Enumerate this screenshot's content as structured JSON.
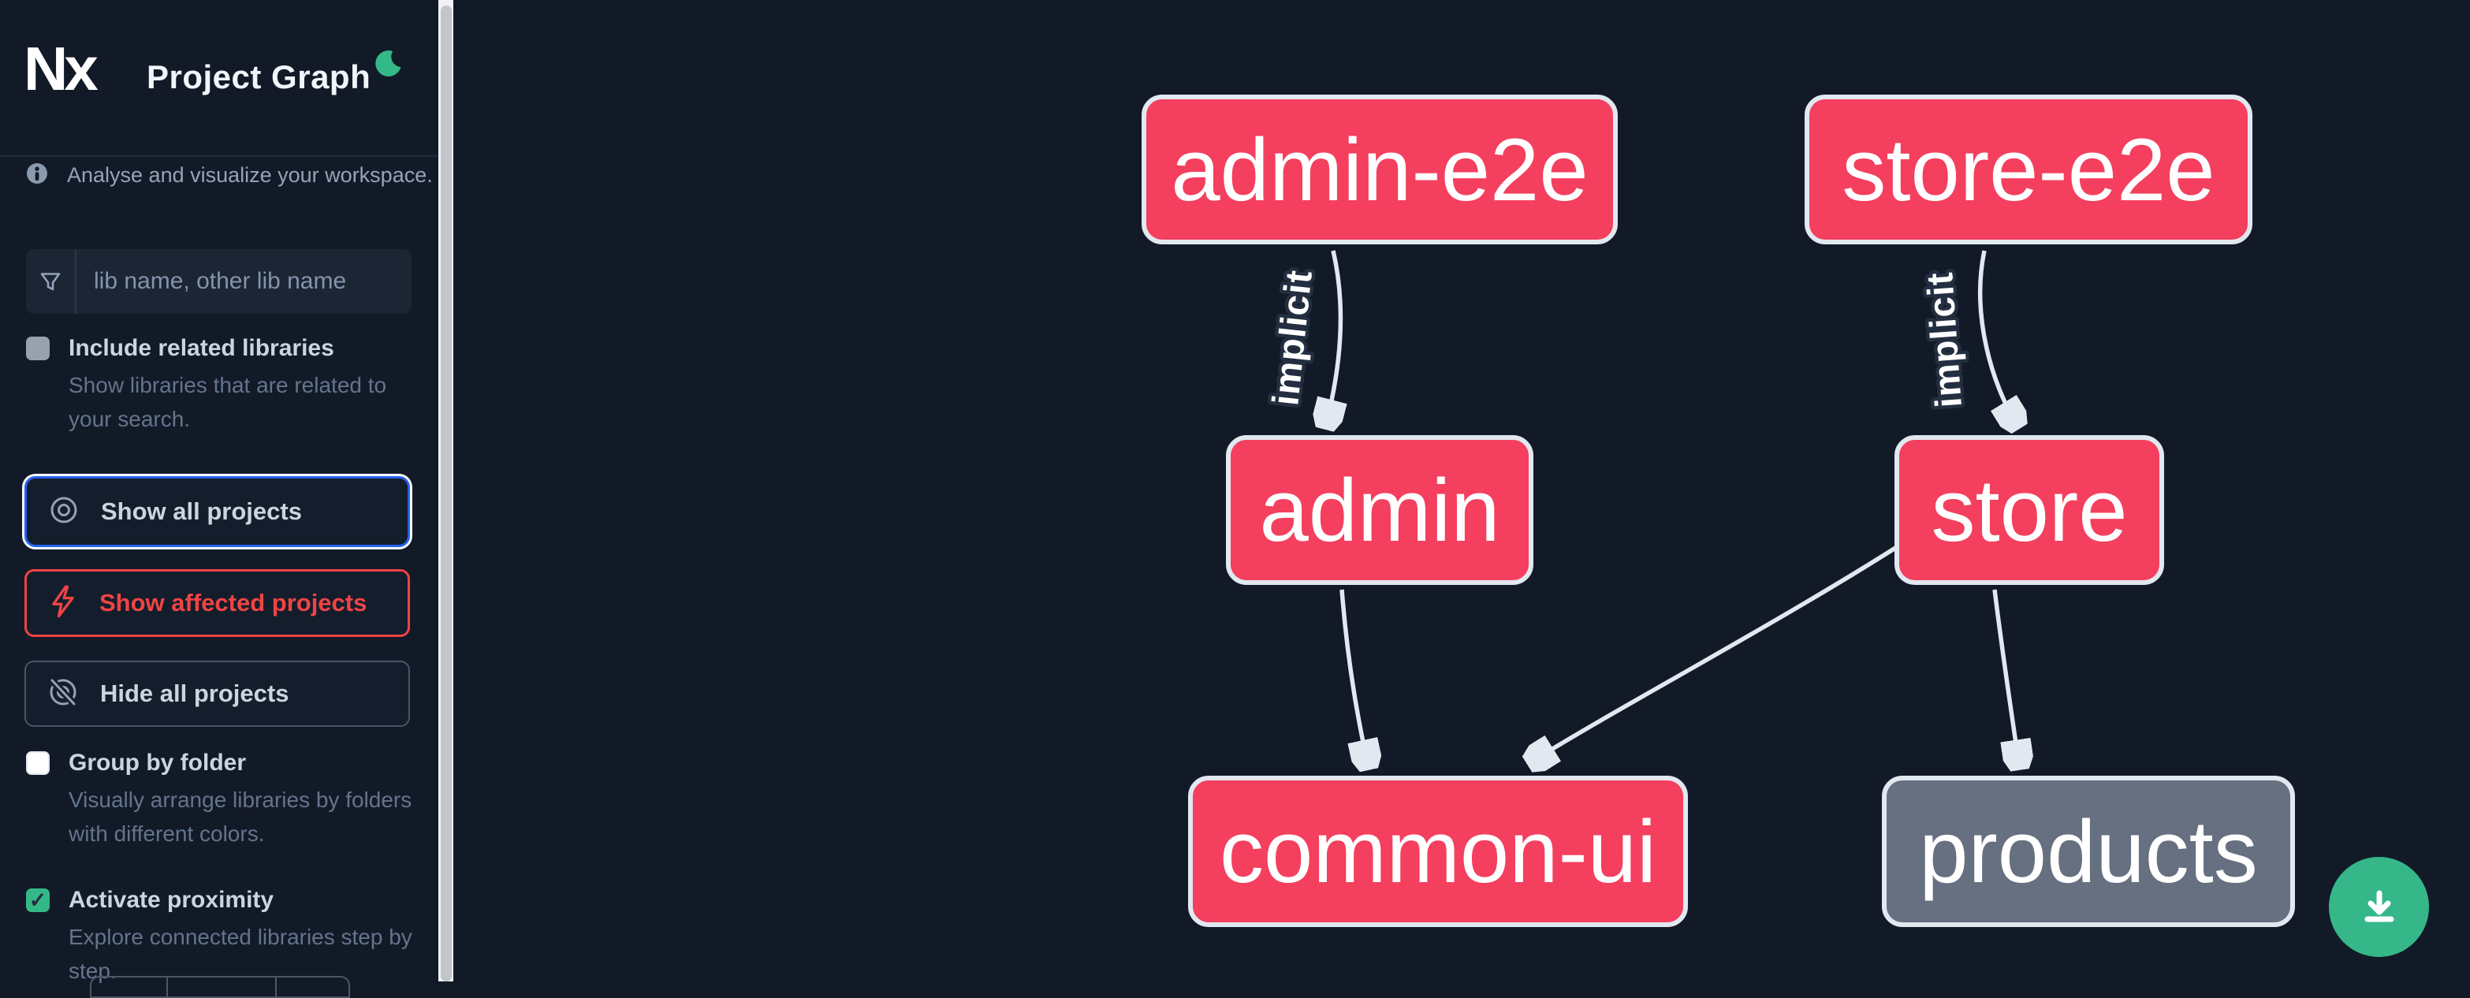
{
  "header": {
    "logo_text": "Nx",
    "title": "Project Graph",
    "theme_icon": "moon-icon"
  },
  "sidebar": {
    "tagline": "Analyse and visualize your workspace.",
    "search": {
      "icon": "filter-icon",
      "placeholder": "lib name, other lib name"
    },
    "checkboxes": [
      {
        "label": "Include related libraries",
        "description": "Show libraries that are related to your search.",
        "checked": false
      },
      {
        "label": "Group by folder",
        "description": "Visually arrange libraries by folders with different colors.",
        "checked": false
      },
      {
        "label": "Activate proximity",
        "description": "Explore connected libraries step by step.",
        "checked": true,
        "checkmark": "✓"
      }
    ],
    "actions": [
      {
        "label": "Show all projects",
        "icon": "eye-icon",
        "state": "focused"
      },
      {
        "label": "Show affected projects",
        "icon": "bolt-icon",
        "state": "affected"
      },
      {
        "label": "Hide all projects",
        "icon": "eye-off-icon",
        "state": "default"
      }
    ]
  },
  "graph": {
    "nodes": [
      {
        "id": "admin-e2e",
        "label": "admin-e2e",
        "color": "pink"
      },
      {
        "id": "store-e2e",
        "label": "store-e2e",
        "color": "pink"
      },
      {
        "id": "admin",
        "label": "admin",
        "color": "pink"
      },
      {
        "id": "store",
        "label": "store",
        "color": "pink"
      },
      {
        "id": "common-ui",
        "label": "common-ui",
        "color": "pink"
      },
      {
        "id": "products",
        "label": "products",
        "color": "gray"
      }
    ],
    "edges": [
      {
        "from": "admin-e2e",
        "to": "admin",
        "label": "implicit"
      },
      {
        "from": "store-e2e",
        "to": "store",
        "label": "implicit"
      },
      {
        "from": "admin",
        "to": "common-ui",
        "label": ""
      },
      {
        "from": "store",
        "to": "common-ui",
        "label": ""
      },
      {
        "from": "store",
        "to": "products",
        "label": ""
      }
    ]
  },
  "fab": {
    "icon": "download-icon"
  },
  "colors": {
    "background": "#121a28",
    "node_pink": "#f43f5e",
    "node_gray": "#667080",
    "edge": "#e2e8f0",
    "accent_green": "#35b887",
    "focus_blue": "#2563eb",
    "affected_red": "#ef4444"
  }
}
